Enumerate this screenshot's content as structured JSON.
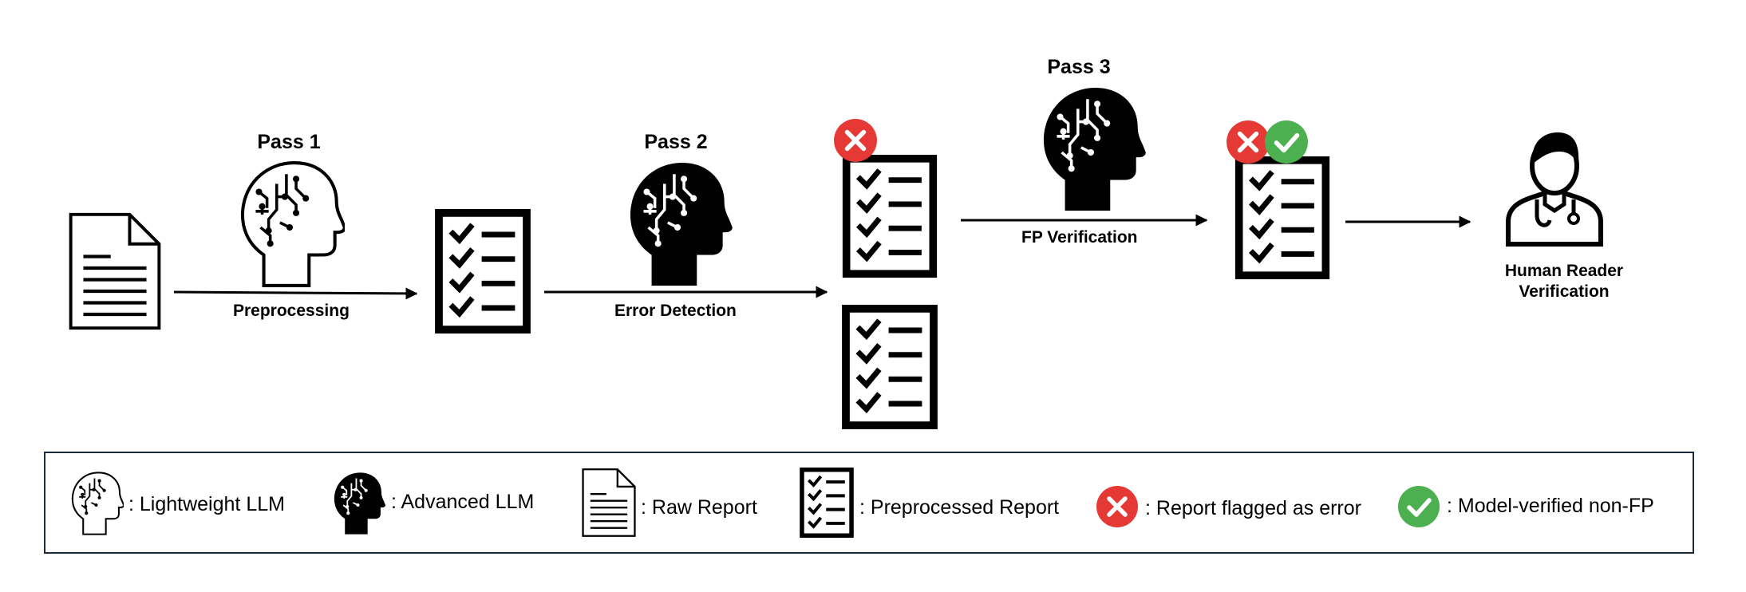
{
  "diagram": {
    "passes": [
      {
        "id": "pass1",
        "title": "Pass 1",
        "step": "Preprocessing"
      },
      {
        "id": "pass2",
        "title": "Pass 2",
        "step": "Error Detection"
      },
      {
        "id": "pass3",
        "title": "Pass 3",
        "step": "FP Verification"
      }
    ],
    "final_label_line1": "Human Reader",
    "final_label_line2": "Verification"
  },
  "legend": {
    "lightweight_llm": ": Lightweight LLM",
    "advanced_llm": ": Advanced LLM",
    "raw_report": ": Raw Report",
    "preprocessed_report": ": Preprocessed Report",
    "flagged": ": Report flagged as error",
    "verified": ": Model-verified non-FP"
  },
  "colors": {
    "error_red": "#e53935",
    "verified_green": "#4caf50",
    "ink": "#000000",
    "legend_border": "#1a2a3a"
  },
  "icons": {
    "lightweight": "outline-head-circuit-icon",
    "advanced": "filled-head-circuit-icon",
    "raw": "document-icon",
    "preprocessed": "checklist-icon",
    "error": "x-circle-icon",
    "verified": "check-circle-icon",
    "human": "doctor-icon"
  }
}
